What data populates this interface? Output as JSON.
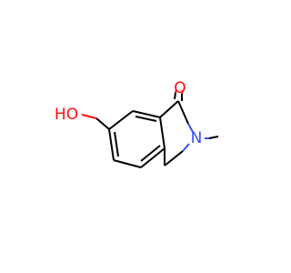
{
  "molecule": {
    "atoms": [
      {
        "id": "O1",
        "element": "O",
        "label": "O",
        "color": "#ff0d0d"
      },
      {
        "id": "N2",
        "element": "N",
        "label": "N",
        "color": "#3050f8"
      },
      {
        "id": "O3",
        "element": "O",
        "label": "HO",
        "color": "#ff0d0d"
      }
    ],
    "colors": {
      "bond": "#000000",
      "oxygen": "#ff0d0d",
      "nitrogen": "#3050f8"
    }
  }
}
